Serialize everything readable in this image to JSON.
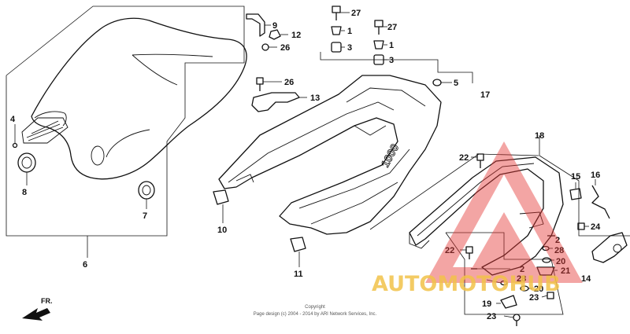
{
  "diagram": {
    "callouts": [
      {
        "id": "c27a",
        "text": "27"
      },
      {
        "id": "c1a",
        "text": "1"
      },
      {
        "id": "c3a",
        "text": "3"
      },
      {
        "id": "c27b",
        "text": "27"
      },
      {
        "id": "c1b",
        "text": "1"
      },
      {
        "id": "c3b",
        "text": "3"
      },
      {
        "id": "c9",
        "text": "9"
      },
      {
        "id": "c12",
        "text": "12"
      },
      {
        "id": "c26a",
        "text": "26"
      },
      {
        "id": "c26b",
        "text": "26"
      },
      {
        "id": "c13",
        "text": "13"
      },
      {
        "id": "c5",
        "text": "5"
      },
      {
        "id": "c17",
        "text": "17"
      },
      {
        "id": "c4",
        "text": "4"
      },
      {
        "id": "c8",
        "text": "8"
      },
      {
        "id": "c7",
        "text": "7"
      },
      {
        "id": "c6",
        "text": "6"
      },
      {
        "id": "c10",
        "text": "10"
      },
      {
        "id": "c11",
        "text": "11"
      },
      {
        "id": "c18",
        "text": "18"
      },
      {
        "id": "c22a",
        "text": "22"
      },
      {
        "id": "c15",
        "text": "15"
      },
      {
        "id": "c16",
        "text": "16"
      },
      {
        "id": "c24",
        "text": "24"
      },
      {
        "id": "c2a",
        "text": "2"
      },
      {
        "id": "c28a",
        "text": "28"
      },
      {
        "id": "c22b",
        "text": "22"
      },
      {
        "id": "c20a",
        "text": "20"
      },
      {
        "id": "c21",
        "text": "21"
      },
      {
        "id": "c2b",
        "text": "2"
      },
      {
        "id": "c28b",
        "text": "28"
      },
      {
        "id": "c20b",
        "text": "20"
      },
      {
        "id": "c23a",
        "text": "23"
      },
      {
        "id": "c14",
        "text": "14"
      },
      {
        "id": "c19",
        "text": "19"
      },
      {
        "id": "c23b",
        "text": "23"
      }
    ],
    "direction_label": "FR.",
    "cowl_emblem": "1000",
    "copyright_line1": "Copyright",
    "copyright_line2": "Page design (c) 2004 - 2014 by ARI Network Services, Inc.",
    "watermark_text": "AUTOMOTOHUB",
    "colors": {
      "line": "#111111",
      "watermark_red": "#e53935",
      "watermark_gold": "#f2c24a"
    }
  }
}
